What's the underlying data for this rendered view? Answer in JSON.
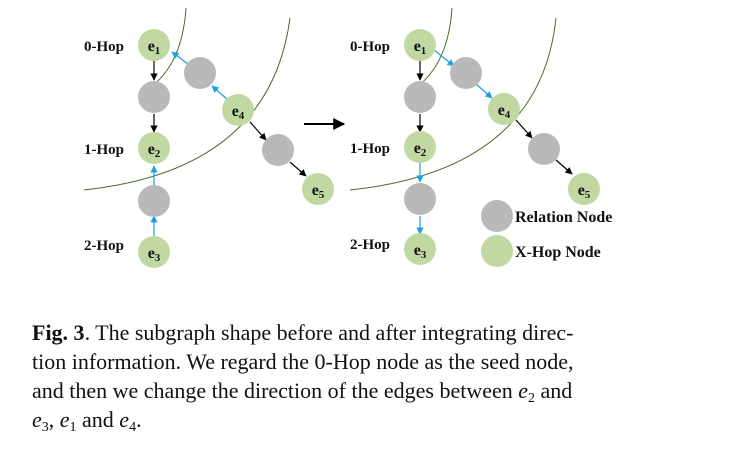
{
  "figure": {
    "nodes": {
      "e1": {
        "label": "e",
        "sub": "1"
      },
      "e2": {
        "label": "e",
        "sub": "2"
      },
      "e3": {
        "label": "e",
        "sub": "3"
      },
      "e4": {
        "label": "e",
        "sub": "4"
      },
      "e5": {
        "label": "e",
        "sub": "5"
      }
    },
    "hops": [
      "0-Hop",
      "1-Hop",
      "2-Hop"
    ],
    "legend": {
      "relation_node": "Relation Node",
      "xhop_node": "X-Hop Node"
    },
    "colors": {
      "xhop_node": "#c2d8a3",
      "relation_node": "#b9b9bb",
      "curve": "#4a6a2a",
      "directed_edge": "#1ba0e0",
      "plain_edge": "#000000"
    }
  },
  "caption": {
    "lead": "Fig. 3",
    "line1": ". The subgraph shape before and after integrating direc-",
    "line2": "tion information. We regard the 0-Hop node as the seed node,",
    "line3_pre": "and then we change the direction of the edges between ",
    "line3_var": "e",
    "line3_sub": "2",
    "line3_post": " and",
    "line4_var1": "e",
    "line4_sub1": "3",
    "line4_sep1": ", ",
    "line4_var2": "e",
    "line4_sub2": "1",
    "line4_sep2": " and ",
    "line4_var3": "e",
    "line4_sub3": "4",
    "line4_end": "."
  }
}
